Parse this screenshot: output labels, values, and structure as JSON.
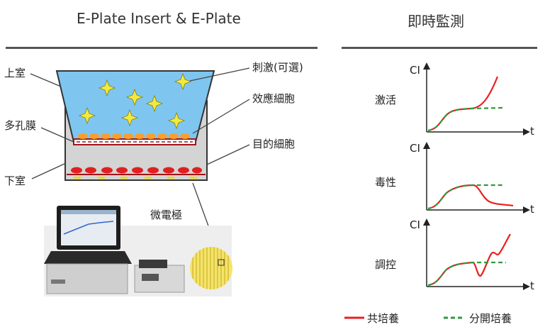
{
  "left_title": "E-Plate Insert & E-Plate",
  "right_title": "即時監測",
  "diagram_labels": {
    "upper_chamber": "上室",
    "porous_membrane": "多孔膜",
    "lower_chamber": "下室",
    "stimulus": "刺激(可選)",
    "effector_cells": "效應細胞",
    "target_cells": "目的細胞",
    "microelectrode": "微電極"
  },
  "graphs": [
    {
      "label": "激活",
      "y_axis": "CI",
      "x_axis": "t"
    },
    {
      "label": "毒性",
      "y_axis": "CI",
      "x_axis": "t"
    },
    {
      "label": "調控",
      "y_axis": "CI",
      "x_axis": "t"
    }
  ],
  "legend": {
    "co_culture": {
      "label": "共培養",
      "color": "#e8201f"
    },
    "separate": {
      "label": "分開培養",
      "color": "#2e9a3e"
    }
  },
  "colors": {
    "upper_liquid": "#7ec6ef",
    "lower_liquid": "#d4d4d4",
    "stars": "#f2ea3c",
    "effector": "#f5a030",
    "target": "#e02020",
    "electrode_disc": "#f3e46a"
  }
}
